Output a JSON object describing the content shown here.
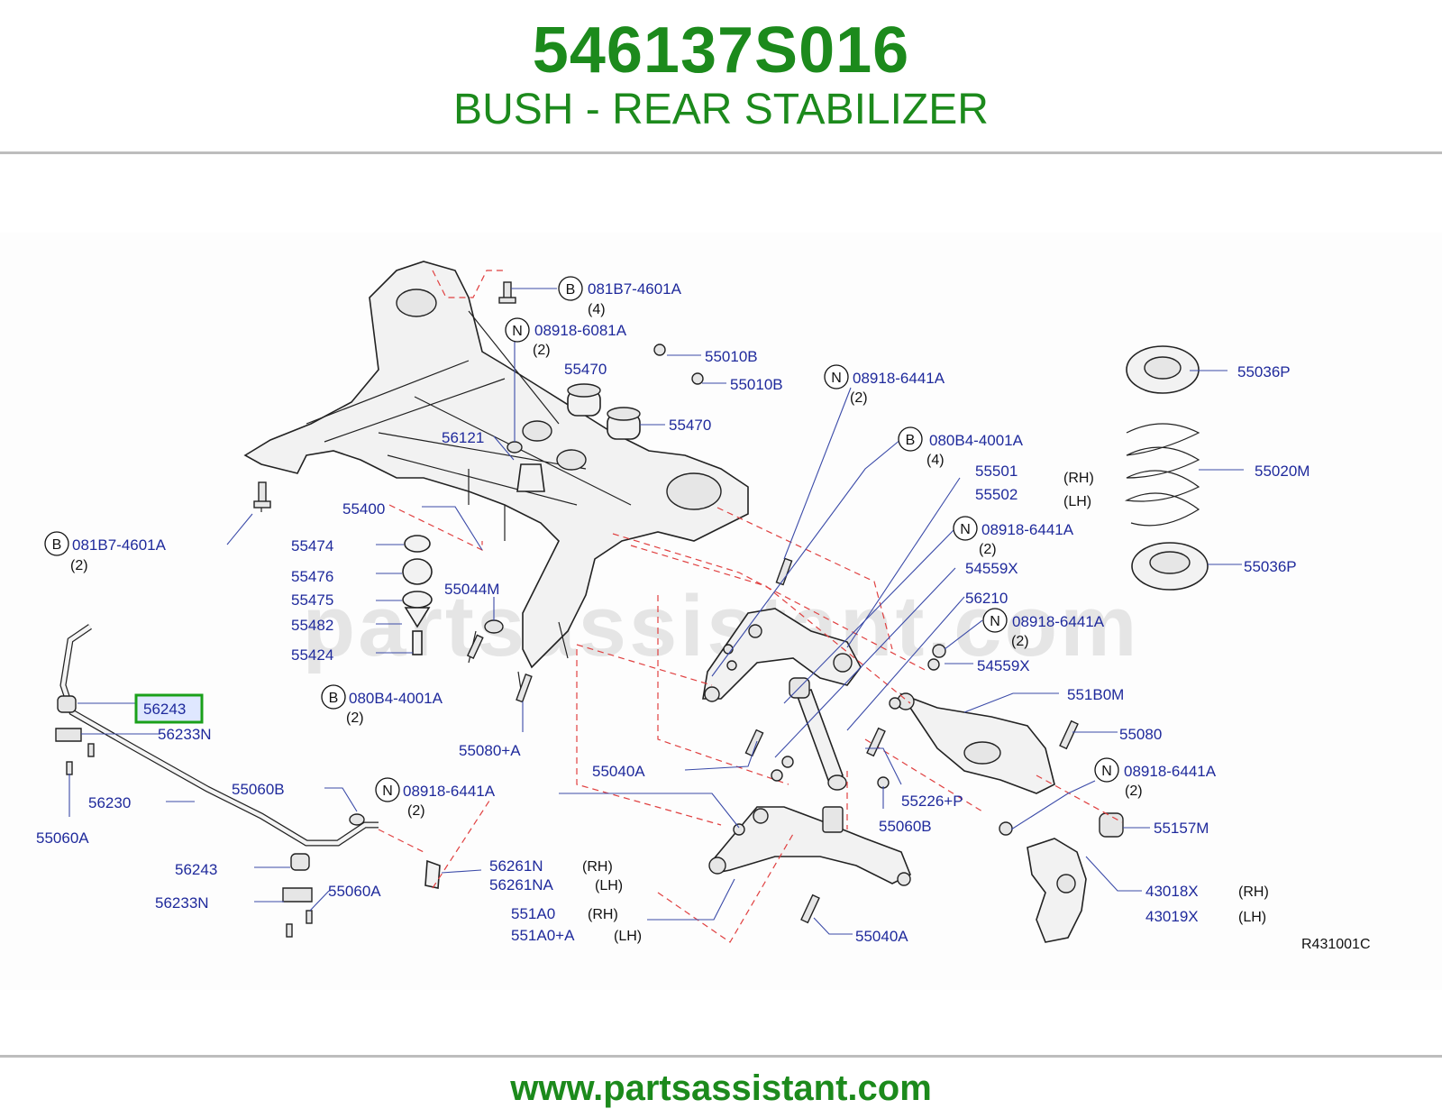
{
  "header": {
    "part_number": "546137S016",
    "part_name": "BUSH - REAR STABILIZER"
  },
  "watermark": "partsassistant.com",
  "footer": {
    "url": "www.partsassistant.com"
  },
  "diagram": {
    "code": "R431001C",
    "highlighted": "56243",
    "labels": {
      "p081B7_top": "081B7-4601A",
      "p081B7_top_qty": "(4)",
      "p08918_6081": "08918-6081A",
      "p08918_6081_qty": "(2)",
      "p55470a": "55470",
      "p55470b": "55470",
      "p55010Ba": "55010B",
      "p55010Bb": "55010B",
      "p56121": "56121",
      "p08918_6441_a": "08918-6441A",
      "p08918_6441_a_qty": "(2)",
      "p080B4_top": "080B4-4001A",
      "p080B4_top_qty": "(4)",
      "p55501": "55501",
      "p55501_side": "(RH)",
      "p55502": "55502",
      "p55502_side": "(LH)",
      "p08918_6441_b": "08918-6441A",
      "p08918_6441_b_qty": "(2)",
      "p54559Xa": "54559X",
      "p56210": "56210",
      "p08918_6441_c": "08918-6441A",
      "p08918_6441_c_qty": "(2)",
      "p54559Xb": "54559X",
      "p55036Pa": "55036P",
      "p55020M": "55020M",
      "p55036Pb": "55036P",
      "p55400": "55400",
      "p081B7_left": "081B7-4601A",
      "p081B7_left_qty": "(2)",
      "p55474": "55474",
      "p55476": "55476",
      "p55475": "55475",
      "p55482": "55482",
      "p55424": "55424",
      "p55044M": "55044M",
      "p080B4_mid": "080B4-4001A",
      "p080B4_mid_qty": "(2)",
      "p55080A": "55080+A",
      "p56243a": "56243",
      "p56233Na": "56233N",
      "p56230": "56230",
      "p55060A_left": "55060A",
      "p55060B_left": "55060B",
      "p08918_6441_d": "08918-6441A",
      "p08918_6441_d_qty": "(2)",
      "p56243b": "56243",
      "p56233Nb": "56233N",
      "p55060A_mid": "55060A",
      "p56261N": "56261N",
      "p56261N_side": "(RH)",
      "p56261NA": "56261NA",
      "p56261NA_side": "(LH)",
      "p551A0": "551A0",
      "p551A0_side": "(RH)",
      "p551A0A": "551A0+A",
      "p551A0A_side": "(LH)",
      "p55040A_mid": "55040A",
      "p55040A_bot": "55040A",
      "p551B0M": "551B0M",
      "p55080": "55080",
      "p08918_6441_e": "08918-6441A",
      "p08918_6441_e_qty": "(2)",
      "p55226P": "55226+P",
      "p55060B_right": "55060B",
      "p55157M": "55157M",
      "p43018X": "43018X",
      "p43018X_side": "(RH)",
      "p43019X": "43019X",
      "p43019X_side": "(LH)"
    },
    "badges": {
      "b": "B",
      "n": "N"
    }
  }
}
